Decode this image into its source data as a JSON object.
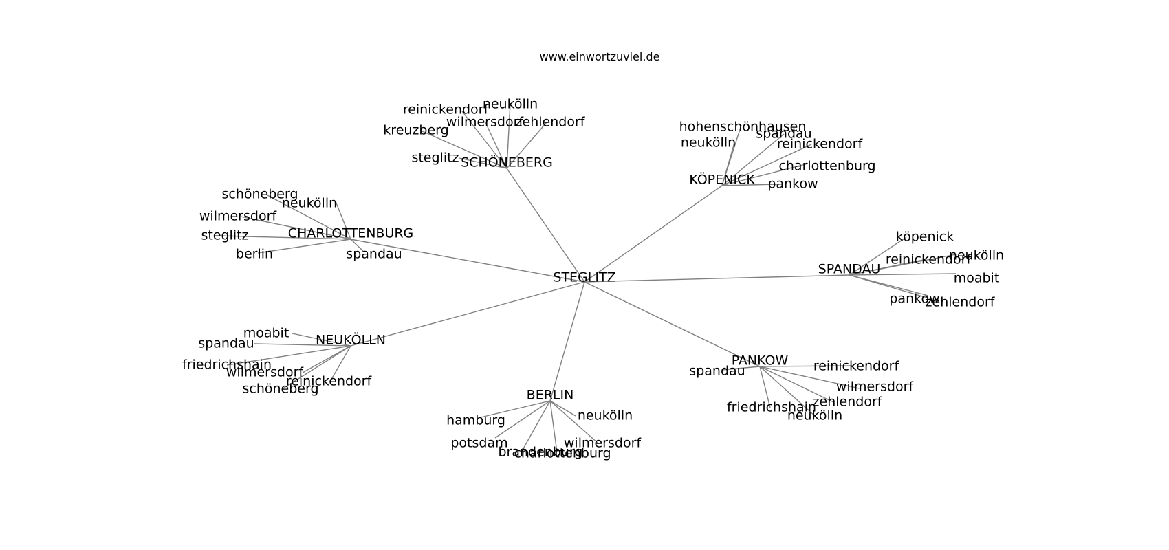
{
  "header": {
    "caption": "www.einwortzuviel.de"
  },
  "graph": {
    "center": "STEGLITZ",
    "hubs": [
      {
        "label": "SCHÖNEBERG",
        "leaves": [
          "neukölln",
          "reinickendorf",
          "wilmersdorf",
          "zehlendorf",
          "kreuzberg",
          "steglitz"
        ]
      },
      {
        "label": "KÖPENICK",
        "leaves": [
          "hohenschönhausen",
          "spandau",
          "neukölln",
          "reinickendorf",
          "charlottenburg",
          "pankow"
        ]
      },
      {
        "label": "CHARLOTTENBURG",
        "leaves": [
          "schöneberg",
          "neukölln",
          "wilmersdorf",
          "steglitz",
          "berlin",
          "spandau"
        ]
      },
      {
        "label": "SPANDAU",
        "leaves": [
          "köpenick",
          "neukölln",
          "reinickendorf",
          "moabit",
          "pankow",
          "zehlendorf"
        ]
      },
      {
        "label": "NEUKÖLLN",
        "leaves": [
          "moabit",
          "spandau",
          "friedrichshain",
          "wilmersdorf",
          "reinickendorf",
          "schöneberg"
        ]
      },
      {
        "label": "PANKOW",
        "leaves": [
          "spandau",
          "reinickendorf",
          "wilmersdorf",
          "zehlendorf",
          "friedrichshain",
          "neukölln"
        ]
      },
      {
        "label": "BERLIN",
        "leaves": [
          "hamburg",
          "neukölln",
          "potsdam",
          "wilmersdorf",
          "brandenburg",
          "charlottenburg"
        ]
      }
    ]
  }
}
